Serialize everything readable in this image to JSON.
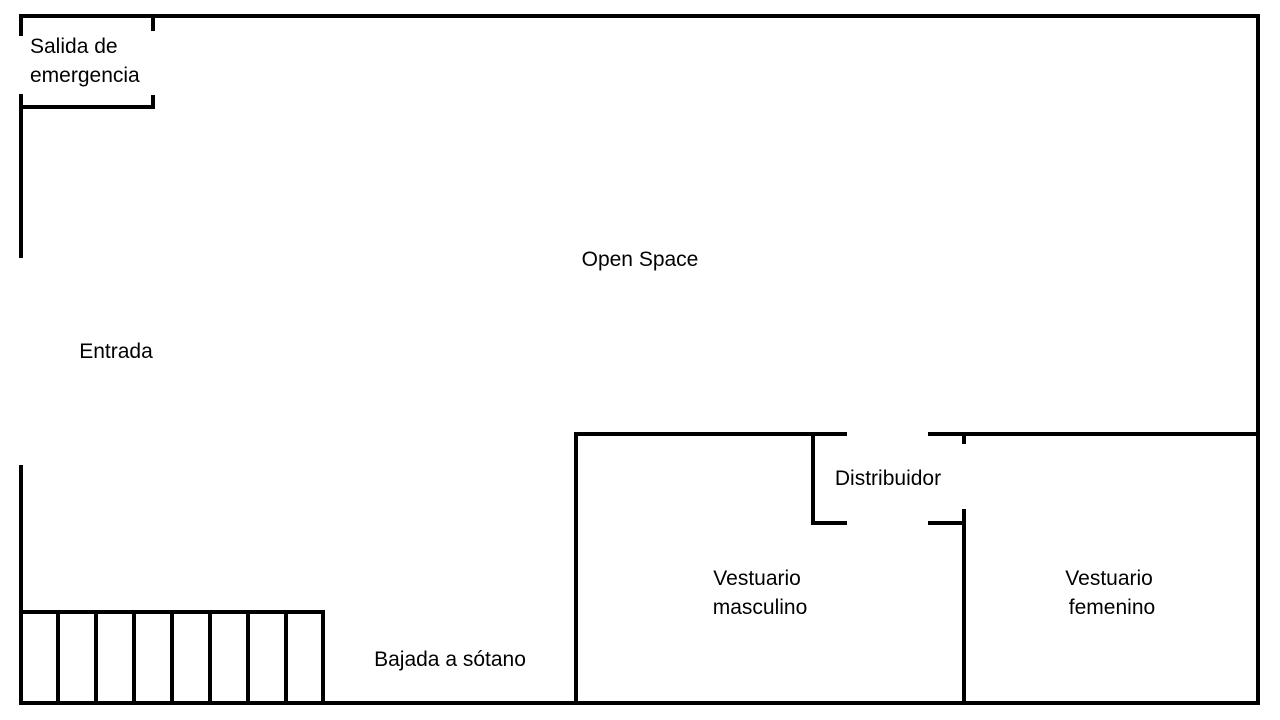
{
  "rooms": {
    "emergency_exit": [
      "Salida de",
      "emergencia"
    ],
    "open_space": "Open Space",
    "entrance": "Entrada",
    "distributor": "Distribuidor",
    "mens_locker": [
      "Vestuario",
      "masculino"
    ],
    "womens_locker": [
      "Vestuario",
      "femenino"
    ],
    "basement_stairs": "Bajada a sótano"
  },
  "colors": {
    "wall": "#000000",
    "background": "#ffffff"
  }
}
